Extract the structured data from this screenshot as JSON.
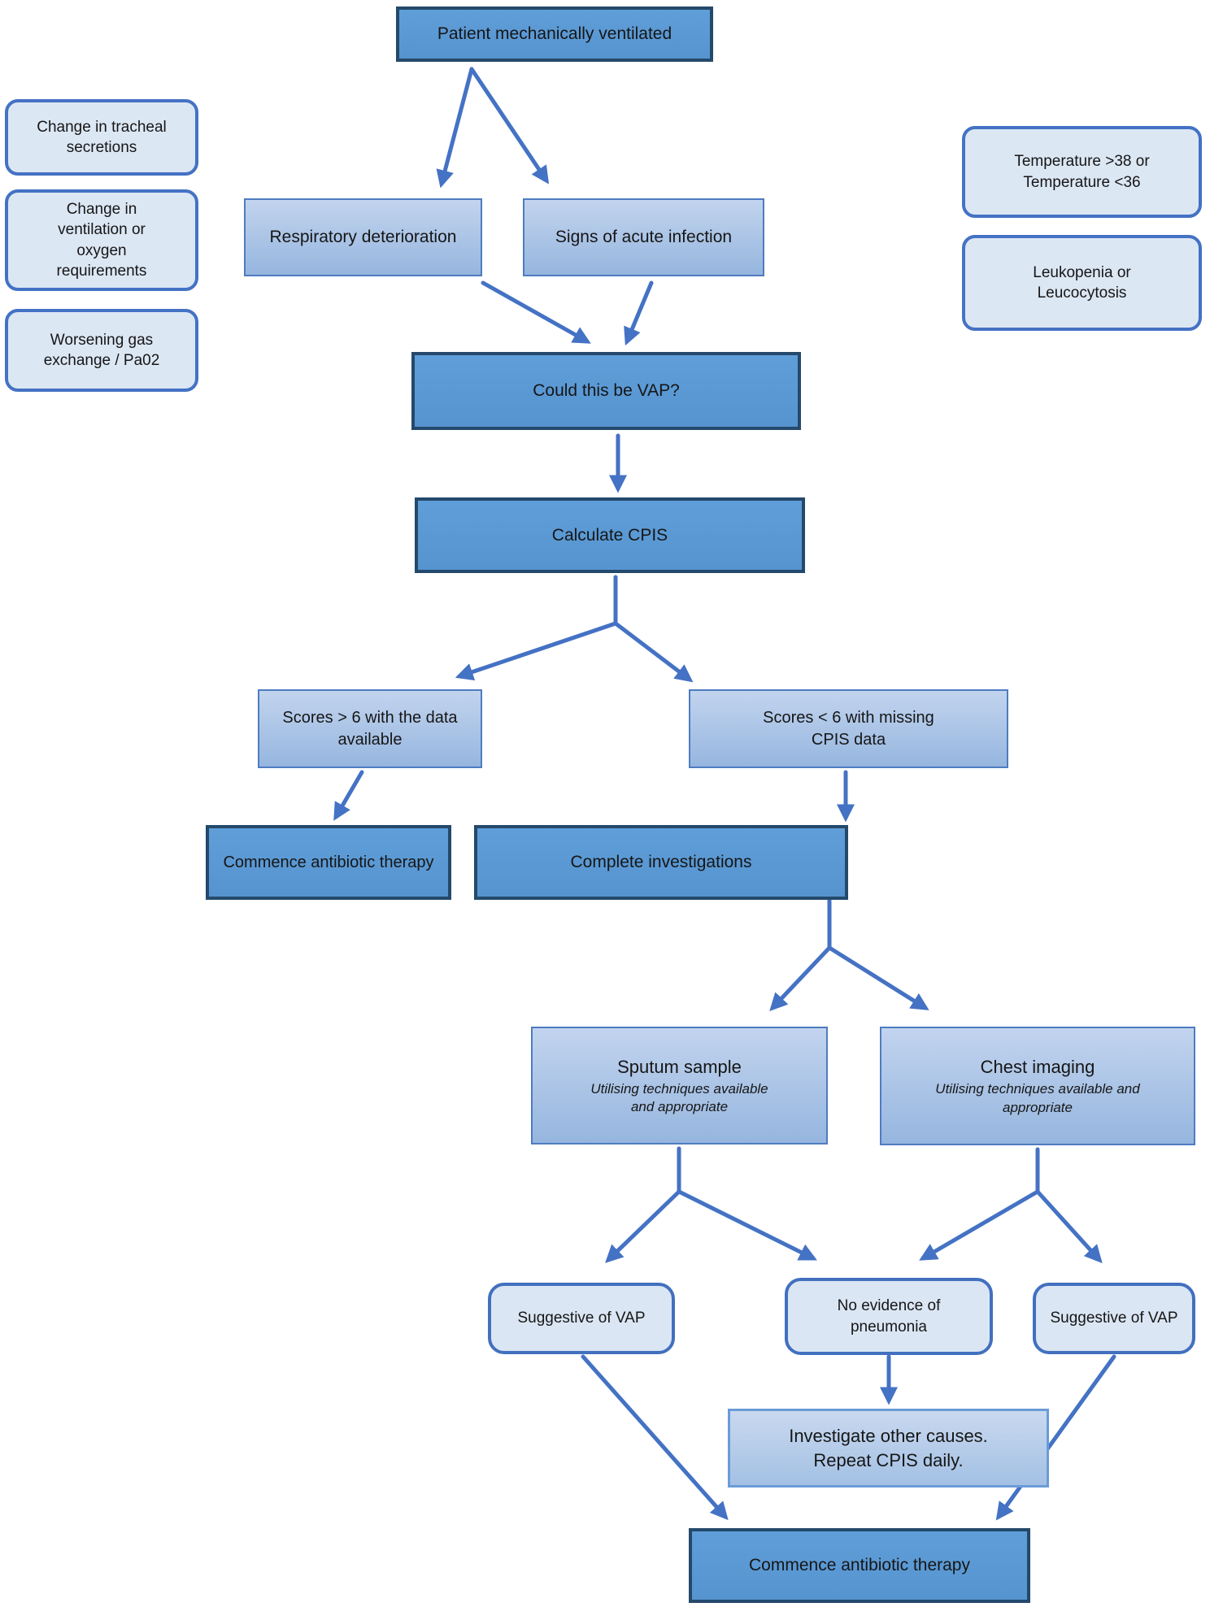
{
  "diagram": {
    "title_hint": "VAP (ventilator-associated pneumonia) CPIS decision flowchart",
    "arrow_color": "#4472c4",
    "colors": {
      "solid_fill": "#5b9bd5",
      "solid_border": "#24496b",
      "gradient_top": "#c2d4ee",
      "gradient_bottom": "#96b6df",
      "gradient_border": "#4e7cc0",
      "pill_fill": "#dce7f4",
      "pill_border": "#4472c4"
    },
    "nodes": {
      "patient": {
        "label": "Patient mechanically ventilated"
      },
      "tracheal": {
        "label": "Change in tracheal secretions"
      },
      "ventilation": {
        "label": "Change in ventilation or oxygen requirements"
      },
      "gas": {
        "label": "Worsening gas exchange / Pa02"
      },
      "temperature": {
        "label": "Temperature >38 or Temperature <36"
      },
      "leukopenia": {
        "label": "Leukopenia or Leucocytosis"
      },
      "respiratory": {
        "label": "Respiratory deterioration"
      },
      "infection": {
        "label": "Signs of acute infection"
      },
      "vap": {
        "label": "Could this be VAP?"
      },
      "cpis": {
        "label": "Calculate CPIS"
      },
      "score_high": {
        "label": "Scores > 6 with the data available"
      },
      "score_low": {
        "label": "Scores < 6 with missing CPIS data"
      },
      "commence1": {
        "label": "Commence antibiotic therapy"
      },
      "investigations": {
        "label": "Complete investigations"
      },
      "sputum": {
        "label": "Sputum sample",
        "sublabel": "Utilising techniques available and appropriate"
      },
      "imaging": {
        "label": "Chest imaging",
        "sublabel": "Utilising techniques available and appropriate"
      },
      "suggestive_left": {
        "label": "Suggestive of VAP"
      },
      "no_evidence": {
        "label": "No evidence of pneumonia"
      },
      "suggestive_right": {
        "label": "Suggestive of VAP"
      },
      "investigate": {
        "label": "Investigate other causes. Repeat CPIS daily."
      },
      "commence2": {
        "label": "Commence antibiotic therapy"
      }
    },
    "connections": [
      {
        "from": "patient",
        "to": "respiratory"
      },
      {
        "from": "patient",
        "to": "infection"
      },
      {
        "from": "respiratory",
        "to": "vap"
      },
      {
        "from": "infection",
        "to": "vap"
      },
      {
        "from": "vap",
        "to": "cpis"
      },
      {
        "from": "cpis",
        "to": "score_high"
      },
      {
        "from": "cpis",
        "to": "score_low"
      },
      {
        "from": "score_high",
        "to": "commence1"
      },
      {
        "from": "score_low",
        "to": "investigations"
      },
      {
        "from": "investigations",
        "to": "sputum"
      },
      {
        "from": "investigations",
        "to": "imaging"
      },
      {
        "from": "sputum",
        "to": "suggestive_left"
      },
      {
        "from": "sputum",
        "to": "no_evidence"
      },
      {
        "from": "imaging",
        "to": "no_evidence"
      },
      {
        "from": "imaging",
        "to": "suggestive_right"
      },
      {
        "from": "no_evidence",
        "to": "investigate"
      },
      {
        "from": "suggestive_left",
        "to": "commence2"
      },
      {
        "from": "suggestive_right",
        "to": "commence2"
      }
    ]
  }
}
